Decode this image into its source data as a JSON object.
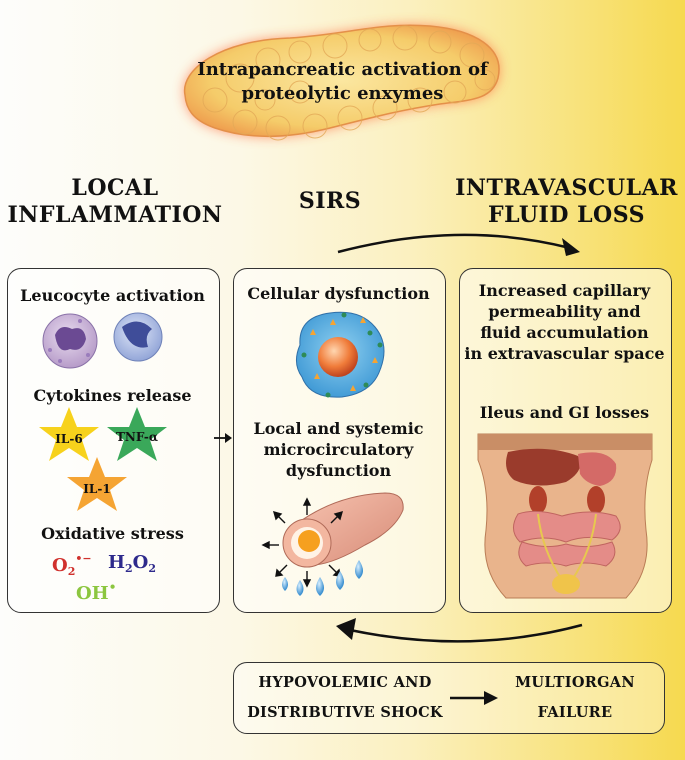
{
  "pancreas_label": [
    "Intrapancreatic activation of",
    "proteolytic enxymes"
  ],
  "columns": {
    "local": [
      "LOCAL",
      "INFLAMMATION"
    ],
    "sirs": [
      "SIRS"
    ],
    "fluid": [
      "INTRAVASCULAR",
      "FLUID LOSS"
    ]
  },
  "panel_left": {
    "leucocyte": "Leucocyte activation",
    "cytokines": "Cytokines release",
    "stars": [
      "IL-6",
      "TNF-α",
      "IL-1"
    ],
    "oxidative": "Oxidative stress",
    "o2_base": "O",
    "o2_sub": "2",
    "o2_sup": "•−",
    "h2o2": [
      "H",
      "2",
      "O",
      "2"
    ],
    "oh": "OH",
    "oh_sup": "•"
  },
  "panel_mid": {
    "cellular": "Cellular dysfunction",
    "micro": [
      "Local and systemic",
      "microcirculatory",
      "dysfunction"
    ]
  },
  "panel_right": {
    "capillary": [
      "Increased capillary",
      "permeability and",
      "fluid accumulation",
      "in extravascular space"
    ],
    "ileus": "Ileus and GI losses"
  },
  "bottom": {
    "shock": [
      "HYPOVOLEMIC AND",
      "DISTRIBUTIVE SHOCK"
    ],
    "failure": [
      "MULTIORGAN",
      "FAILURE"
    ]
  },
  "colors": {
    "o2": "#d0312d",
    "h2o2": "#2e2a8c",
    "oh": "#8cc63f",
    "star_yellow": "#f7d21c",
    "star_green": "#3aa85a",
    "star_orange": "#f5a433"
  }
}
